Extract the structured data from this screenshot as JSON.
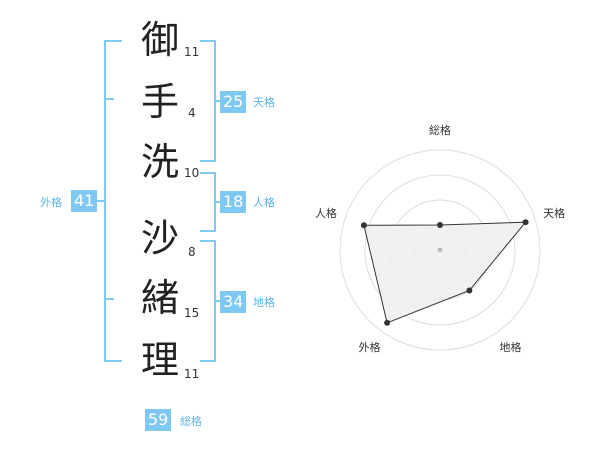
{
  "characters": [
    {
      "char": "御",
      "strokes": "11"
    },
    {
      "char": "手",
      "strokes": "4"
    },
    {
      "char": "洗",
      "strokes": "10"
    },
    {
      "char": "沙",
      "strokes": "8"
    },
    {
      "char": "緒",
      "strokes": "15"
    },
    {
      "char": "理",
      "strokes": "11"
    }
  ],
  "fortunes": {
    "tenkaku": {
      "value": "25",
      "label": "天格"
    },
    "jinkaku": {
      "value": "18",
      "label": "人格"
    },
    "chikaku": {
      "value": "34",
      "label": "地格"
    },
    "gaikaku": {
      "value": "41",
      "label": "外格"
    },
    "soukaku": {
      "value": "59",
      "label": "総格"
    }
  },
  "colors": {
    "accent": "#7ec8f2",
    "accent_text": "#5ab4e6",
    "radar_fill": "#eeeeee"
  },
  "chart_data": {
    "type": "radar",
    "axes": [
      "総格",
      "天格",
      "地格",
      "外格",
      "人格"
    ],
    "values": [
      0.25,
      0.9,
      0.5,
      0.9,
      0.8
    ],
    "rings": 4
  }
}
